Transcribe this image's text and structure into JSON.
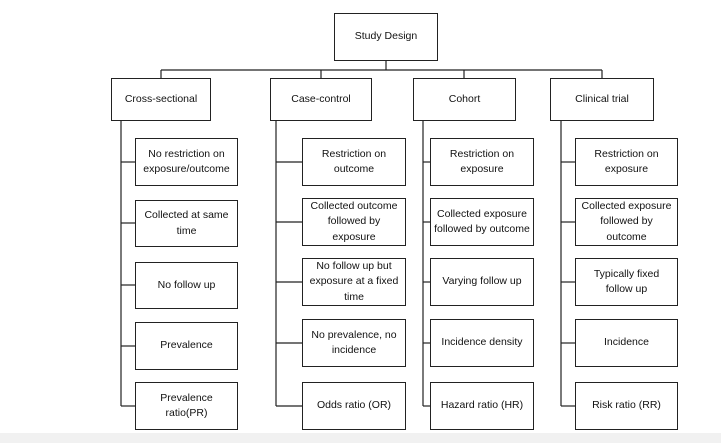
{
  "root": {
    "label": "Study Design"
  },
  "columns": [
    {
      "header": "Cross-sectional",
      "items": [
        "No restriction on exposure/outcome",
        "Collected at same time",
        "No follow up",
        "Prevalence",
        "Prevalence ratio(PR)"
      ]
    },
    {
      "header": "Case-control",
      "items": [
        "Restriction on outcome",
        "Collected outcome followed by exposure",
        "No follow up but exposure at a fixed time",
        "No prevalence, no incidence",
        "Odds ratio (OR)"
      ]
    },
    {
      "header": "Cohort",
      "items": [
        "Restriction on exposure",
        "Collected exposure followed by outcome",
        "Varying follow up",
        "Incidence density",
        "Hazard ratio (HR)"
      ]
    },
    {
      "header": "Clinical trial",
      "items": [
        "Restriction on exposure",
        "Collected exposure followed by outcome",
        "Typically fixed follow up",
        "Incidence",
        "Risk ratio (RR)"
      ]
    }
  ],
  "colors": {
    "line": "#222222",
    "box_border": "#222222",
    "background": "#ffffff"
  }
}
